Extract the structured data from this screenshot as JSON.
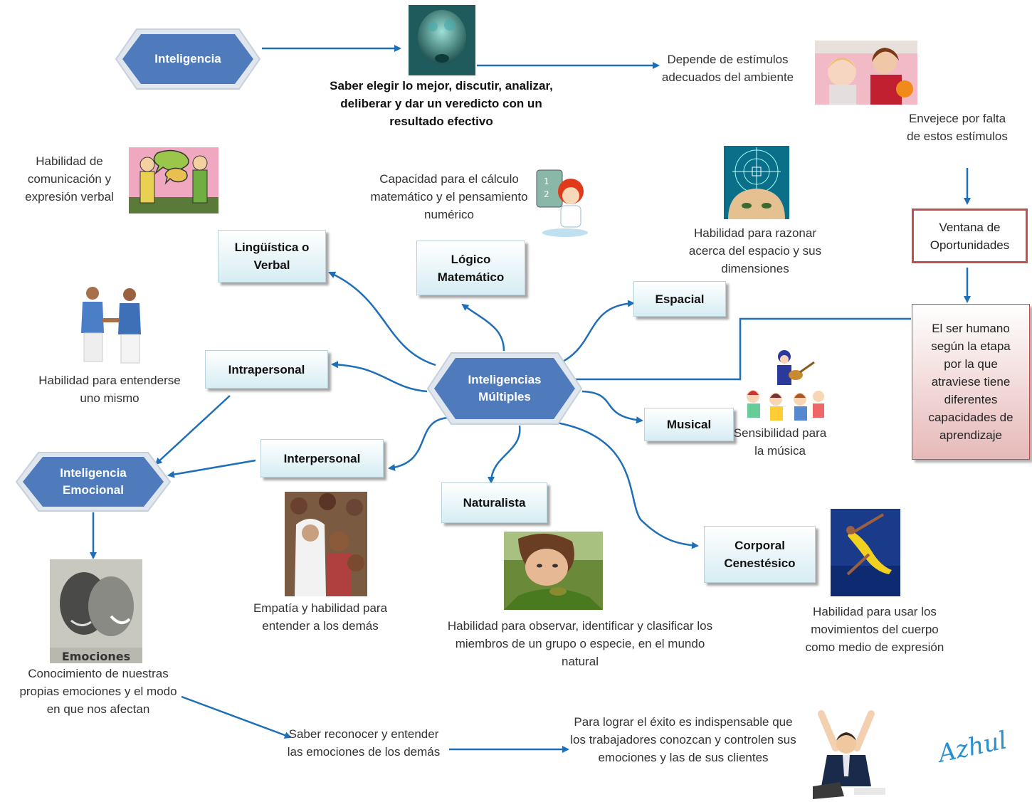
{
  "colors": {
    "accent": "#1f6fb8",
    "hex_fill": "#4f7bbd",
    "red_border": "#c0504d"
  },
  "nodes": {
    "inteligencia": "Inteligencia",
    "multiples": "Inteligencias Múltiples",
    "emocional": "Inteligencia Emocional",
    "linguistica": "Lingüística o Verbal",
    "logico": "Lógico Matemático",
    "espacial": "Espacial",
    "intrapersonal": "Intrapersonal",
    "musical": "Musical",
    "interpersonal": "Interpersonal",
    "naturalista": "Naturalista",
    "corporal": "Corporal Cenestésico",
    "ventana": "Ventana de Oportunidades",
    "ser_humano": "El ser humano según la etapa por la que atraviese tiene diferentes capacidades de aprendizaje"
  },
  "texts": {
    "saber_elegir": "Saber elegir lo mejor, discutir, analizar, deliberar y dar un veredicto con un resultado efectivo",
    "depende": "Depende de estímulos adecuados del ambiente",
    "envejece": "Envejece por falta de estos estímulos",
    "comunicacion": "Habilidad de comunicación y expresión verbal",
    "calculo": "Capacidad para el cálculo matemático y el pensamiento numérico",
    "razonar": "Habilidad para razonar acerca del espacio y sus dimensiones",
    "entenderse": "Habilidad para entenderse uno mismo",
    "musica": "Sensibilidad para la música",
    "empatia": "Empatía y habilidad para entender a los demás",
    "observar": "Habilidad para observar, identificar y clasificar los miembros de un grupo o especie, en  el mundo natural",
    "movimientos": "Habilidad para usar los movimientos del cuerpo como medio de expresión",
    "conocimiento": "Conocimiento de nuestras propias emociones y el modo en que nos afectan",
    "reconocer": "Saber reconocer y entender las emociones de los demás",
    "exito": "Para lograr el éxito es indispensable que los trabajadores conozcan y controlen sus emociones y las de sus clientes",
    "emociones_caption": "Emociones",
    "signature": "Azhul"
  }
}
